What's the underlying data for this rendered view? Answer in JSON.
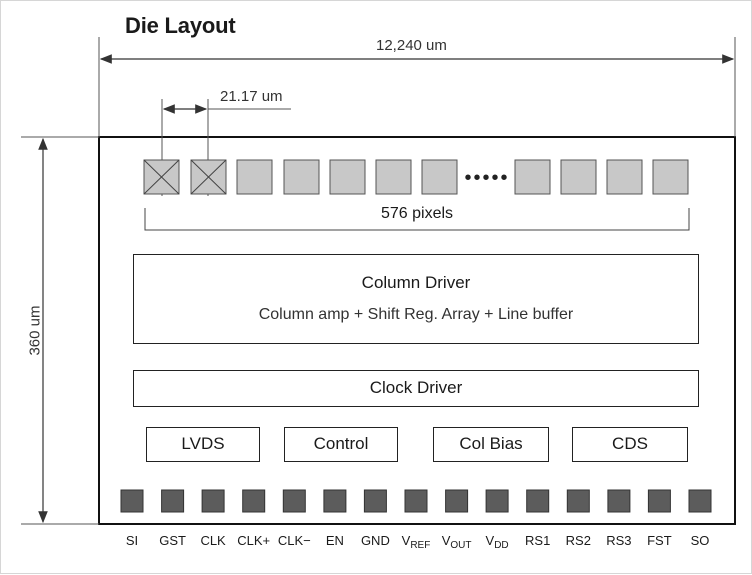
{
  "title": "Die Layout",
  "dimensions": {
    "width_label": "12,240 um",
    "height_label": "360 um",
    "pixel_pitch_label": "21.17 um"
  },
  "pixel_array": {
    "count_label": "576 pixels",
    "ellipsis": "•••••"
  },
  "blocks": {
    "column_driver_title": "Column Driver",
    "column_driver_desc": "Column amp + Shift Reg. Array + Line buffer",
    "clock_driver": "Clock Driver",
    "lvds": "LVDS",
    "control": "Control",
    "col_bias": "Col Bias",
    "cds": "CDS"
  },
  "pads": [
    {
      "main": "SI",
      "sub": ""
    },
    {
      "main": "GST",
      "sub": ""
    },
    {
      "main": "CLK",
      "sub": ""
    },
    {
      "main": "CLK+",
      "sub": ""
    },
    {
      "main": "CLK−",
      "sub": ""
    },
    {
      "main": "EN",
      "sub": ""
    },
    {
      "main": "GND",
      "sub": ""
    },
    {
      "main": "V",
      "sub": "REF"
    },
    {
      "main": "V",
      "sub": "OUT"
    },
    {
      "main": "V",
      "sub": "DD"
    },
    {
      "main": "RS1",
      "sub": ""
    },
    {
      "main": "RS2",
      "sub": ""
    },
    {
      "main": "RS3",
      "sub": ""
    },
    {
      "main": "FST",
      "sub": ""
    },
    {
      "main": "SO",
      "sub": ""
    }
  ],
  "colors": {
    "pixel_fill": "#c8c8c8",
    "pad_fill": "#5c5c5c",
    "outline": "#222222"
  }
}
